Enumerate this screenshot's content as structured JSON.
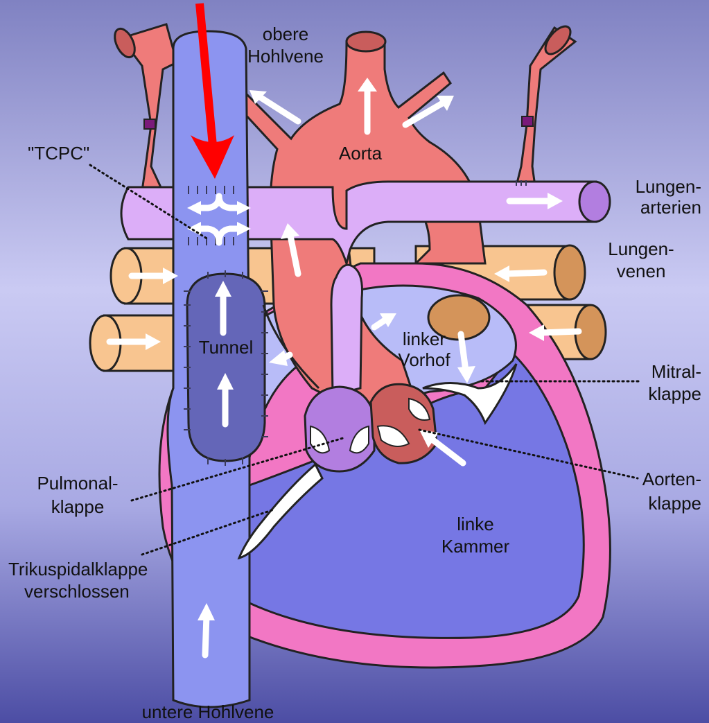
{
  "labels": {
    "superior_vena_cava": [
      "obere",
      "Hohlvene"
    ],
    "aorta": "Aorta",
    "tcpc": "\"TCPC\"",
    "pulmonary_arteries": [
      "Lungen-",
      "arterien"
    ],
    "pulmonary_veins": [
      "Lungen-",
      "venen"
    ],
    "tunnel": "Tunnel",
    "left_atrium": [
      "linker",
      "Vorhof"
    ],
    "mitral_valve": [
      "Mitral-",
      "klappe"
    ],
    "pulmonary_valve": [
      "Pulmonal-",
      "klappe"
    ],
    "aortic_valve": [
      "Aorten-",
      "klappe"
    ],
    "left_ventricle": [
      "linke",
      "Kammer"
    ],
    "tricuspid_valve": [
      "Trikuspidalklappe",
      "verschlossen"
    ],
    "inferior_vena_cava": "untere Hohlvene"
  },
  "colors": {
    "background_top": "#8486c4",
    "background_mid": "#c9c9f2",
    "background_bottom": "#4f50a6",
    "vena_cava": "#8c94f0",
    "tunnel": "#6466b8",
    "aorta": "#ef7b7a",
    "pulmonary_artery": "#dcaef8",
    "pulmonary_veins": "#f8c590",
    "heart_wall": "#f277c4",
    "atrium": "#b8bcf8",
    "ventricle": "#7677e4",
    "highlight_arrow": "#ff0000"
  },
  "icons": [
    "red-indicator-arrow",
    "white-flow-arrow"
  ]
}
